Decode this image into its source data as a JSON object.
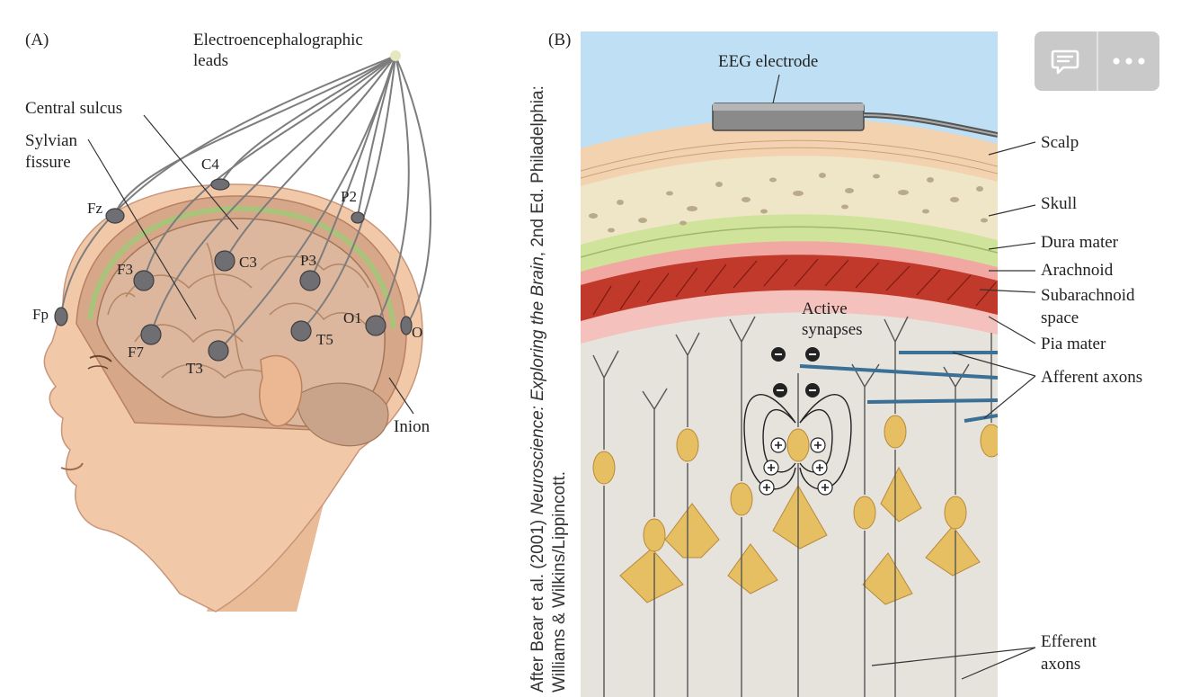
{
  "panel_a": {
    "tag": "(A)",
    "leads_label_1": "Electroencephalographic",
    "leads_label_2": "leads",
    "central_sulcus": "Central sulcus",
    "sylvian_1": "Sylvian",
    "sylvian_2": "fissure",
    "inion": "Inion",
    "electrodes": {
      "fp": "Fp",
      "f7": "F7",
      "f3": "F3",
      "fz": "Fz",
      "c4": "C4",
      "c3": "C3",
      "p2": "P2",
      "p3": "P3",
      "t3": "T3",
      "t5": "T5",
      "o1": "O1",
      "o": "O"
    }
  },
  "panel_b": {
    "tag": "(B)",
    "electrode": "EEG electrode",
    "active_1": "Active",
    "active_2": "synapses",
    "layers": {
      "scalp": "Scalp",
      "skull": "Skull",
      "dura": "Dura mater",
      "arachnoid": "Arachnoid",
      "subarachnoid_1": "Subarachnoid",
      "subarachnoid_2": "space",
      "pia": "Pia mater",
      "afferent": "Afferent axons",
      "efferent_1": "Efferent",
      "efferent_2": "axons"
    }
  },
  "credit": {
    "line1_prefix": "After Bear et al. (2001) ",
    "line1_title": "Neuroscience: Exploring the Brain",
    "line1_suffix": ", 2nd Ed. Philadelphia:",
    "line2": "Williams & Wilkins/Lippincott."
  },
  "toolbar": {
    "comment_icon": "comment-icon",
    "more_icon": "more-icon"
  },
  "colors": {
    "sky": "#bfe0f4",
    "scalp": "#f3d2b0",
    "skull": "#efe6c8",
    "dura": "#cfe39a",
    "arachnoid": "#f2a8a2",
    "subarachnoid": "#c0392b",
    "cortex": "#e6e2dc",
    "neuron": "#e7bf63",
    "axon_blue": "#3a6f96",
    "brain": "#d8b49a",
    "skin": "#f1c9a8"
  }
}
